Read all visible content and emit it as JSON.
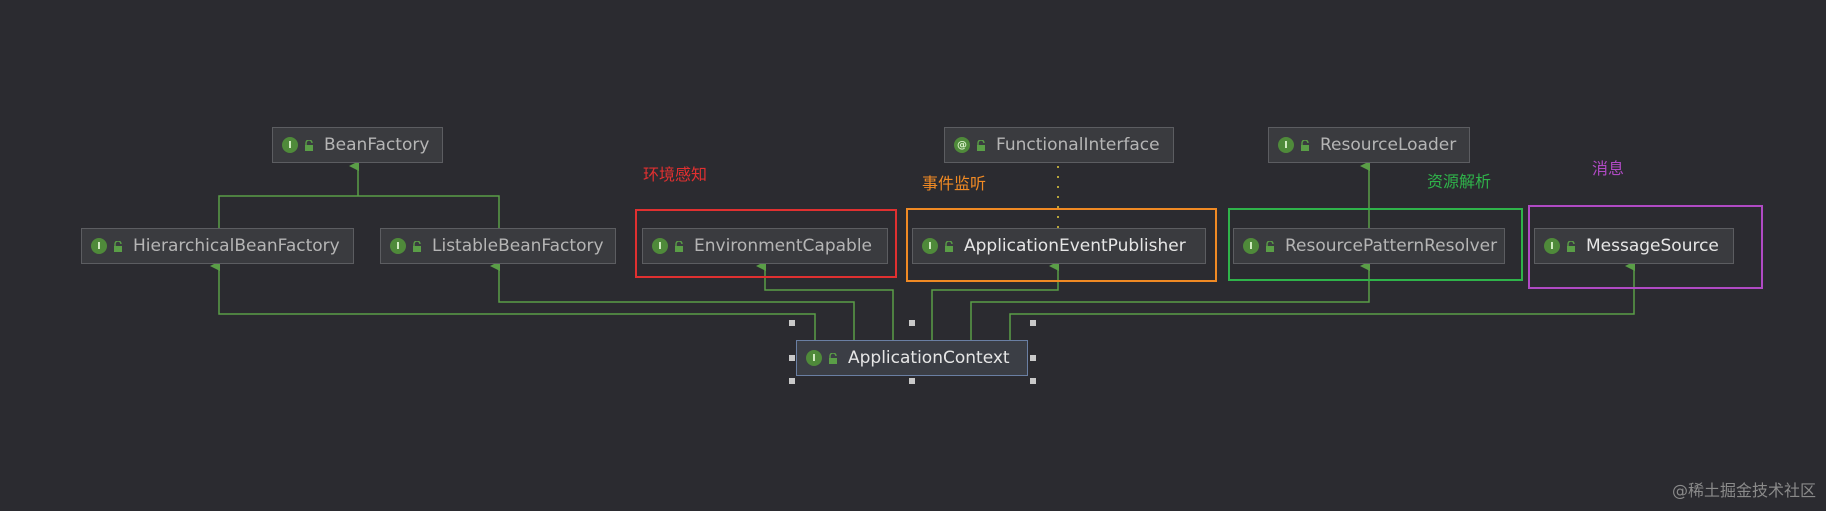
{
  "diagram": {
    "nodes": {
      "bean_factory": "BeanFactory",
      "hierarchical_bean_factory": "HierarchicalBeanFactory",
      "listable_bean_factory": "ListableBeanFactory",
      "environment_capable": "EnvironmentCapable",
      "functional_interface": "FunctionalInterface",
      "application_event_publisher": "ApplicationEventPublisher",
      "resource_loader": "ResourceLoader",
      "resource_pattern_resolver": "ResourcePatternResolver",
      "message_source": "MessageSource",
      "application_context": "ApplicationContext"
    },
    "annotations": {
      "environment": "环境感知",
      "events": "事件监听",
      "resources": "资源解析",
      "messages": "消息"
    },
    "icons": {
      "interface": "I",
      "annotation": "@"
    }
  },
  "watermark": "@稀土掘金技术社区",
  "colors": {
    "background": "#2b2b30",
    "node_fill": "#3a3b3f",
    "arrow": "#5a9e47",
    "environment_group": "#e03030",
    "events_group": "#f08a24",
    "resources_group": "#2fb34a",
    "messages_group": "#b04ac4"
  }
}
